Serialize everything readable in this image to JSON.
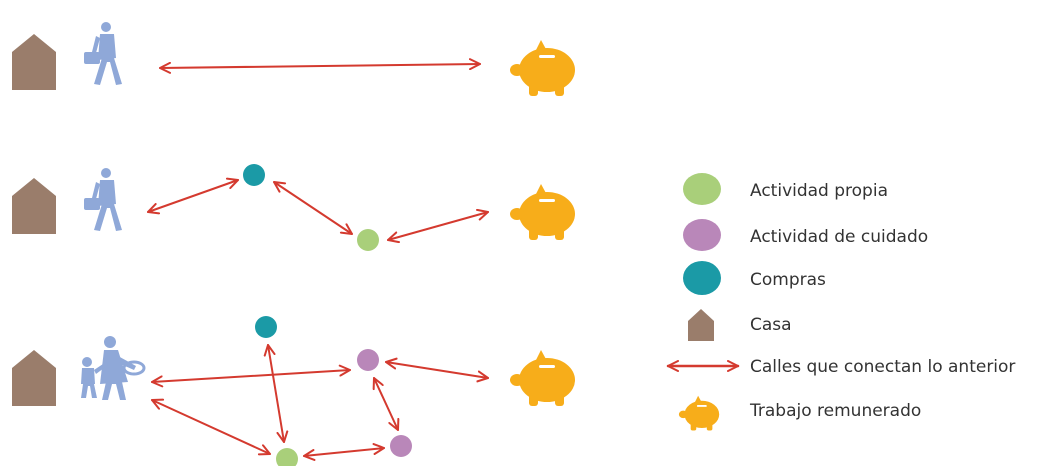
{
  "legend": [
    {
      "key": "actividad_propia",
      "label": "Actividad propia",
      "color": "#a9cf7a",
      "icon": "green-circle"
    },
    {
      "key": "actividad_cuidado",
      "label": "Actividad de cuidado",
      "color": "#b987b9",
      "icon": "purple-circle"
    },
    {
      "key": "compras",
      "label": "Compras",
      "color": "#1b9aa6",
      "icon": "teal-circle"
    },
    {
      "key": "casa",
      "label": "Casa",
      "color": "#9a7d6b",
      "icon": "house-icon"
    },
    {
      "key": "calles",
      "label": "Calles que conectan lo anterior",
      "color": "#d43a2f",
      "icon": "double-arrow-icon"
    },
    {
      "key": "trabajo",
      "label": "Trabajo remunerado",
      "color": "#f7ad1a",
      "icon": "piggy-bank-icon"
    }
  ],
  "colors": {
    "house": "#9a7d6b",
    "person": "#8fa8d8",
    "arrow": "#d43a2f",
    "piggy": "#f7ad1a",
    "green": "#a9cf7a",
    "purple": "#b987b9",
    "teal": "#1b9aa6"
  }
}
